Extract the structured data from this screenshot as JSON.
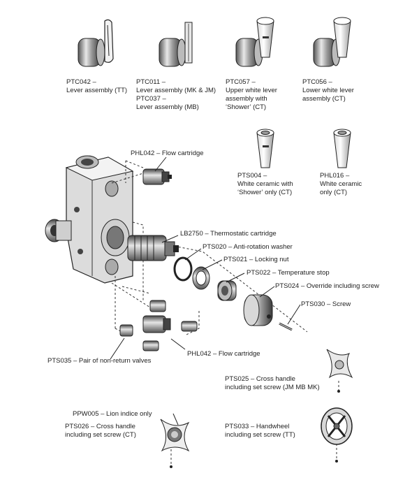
{
  "parts": {
    "ptc042": {
      "code": "PTC042 –",
      "desc": "Lever assembly (TT)"
    },
    "ptc011": {
      "code": "PTC011 –",
      "desc": "Lever assembly (MK & JM)"
    },
    "ptc037": {
      "code": "PTC037 –",
      "desc": "Lever assembly (MB)"
    },
    "ptc057": {
      "code": "PTC057 –",
      "desc1": "Upper white lever",
      "desc2": "assembly with",
      "desc3": "‘Shower’ (CT)"
    },
    "ptc056": {
      "code": "PTC056 –",
      "desc1": "Lower white lever",
      "desc2": "assembly (CT)"
    },
    "pts004": {
      "code": "PTS004 –",
      "desc1": "White ceramic with",
      "desc2": "‘Shower’ only (CT)"
    },
    "phl016": {
      "code": "PHL016 –",
      "desc1": "White ceramic",
      "desc2": "only (CT)"
    },
    "phl042_top": {
      "text": "PHL042 – Flow cartridge"
    },
    "lb2750": {
      "text": "LB2750 – Thermostatic cartridge"
    },
    "pts020": {
      "text": "PTS020 – Anti-rotation washer"
    },
    "pts021": {
      "text": "PTS021 – Locking nut"
    },
    "pts022": {
      "text": "PTS022 – Temperature stop"
    },
    "pts024": {
      "text": "PTS024 – Override including screw"
    },
    "pts030": {
      "text": "PTS030 – Screw"
    },
    "phl042_bottom": {
      "text": "PHL042 – Flow cartridge"
    },
    "pts035": {
      "text": "PTS035 – Pair of non-return valves"
    },
    "pts025": {
      "line1": "PTS025 – Cross handle",
      "line2": "including set screw (JM MB MK)"
    },
    "ppw005": {
      "text": "PPW005 – Lion indice only"
    },
    "pts026": {
      "line1": "PTS026 – Cross handle",
      "line2": "including set screw (CT)"
    },
    "pts033": {
      "line1": "PTS033 – Handwheel",
      "line2": "including set screw (TT)"
    }
  }
}
